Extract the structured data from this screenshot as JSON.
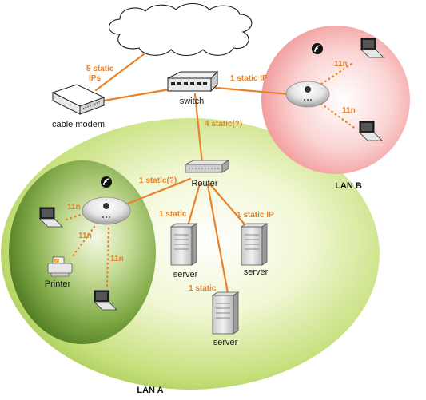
{
  "nodes": {
    "cable_modem": "cable modem",
    "switch": "switch",
    "router": "Router",
    "printer": "Printer",
    "server_1": "server",
    "server_2": "server",
    "server_3": "server"
  },
  "links": {
    "cloud_to_modem": "5 static\nIPs",
    "switch_to_lan_b": "1 static IP",
    "switch_to_router": "4 static(?)",
    "router_to_lan_a_base": "1 static(?)",
    "router_to_server_1": "1 static",
    "router_to_server_2": "1 static IP",
    "router_to_server_3": "1 static"
  },
  "wireless": {
    "lan_a_laptop": "11n",
    "lan_a_printer": "11n",
    "lan_a_laptop_2": "11n",
    "lan_b_laptop_1": "11n",
    "lan_b_laptop_2": "11n"
  },
  "lans": {
    "lan_a": "LAN A",
    "lan_b": "LAN B"
  },
  "colors": {
    "link": "#e8822a",
    "lan_a_outer": "#c8e27a",
    "lan_a_inner": "#7aa83c",
    "lan_b": "#f29a9a"
  }
}
